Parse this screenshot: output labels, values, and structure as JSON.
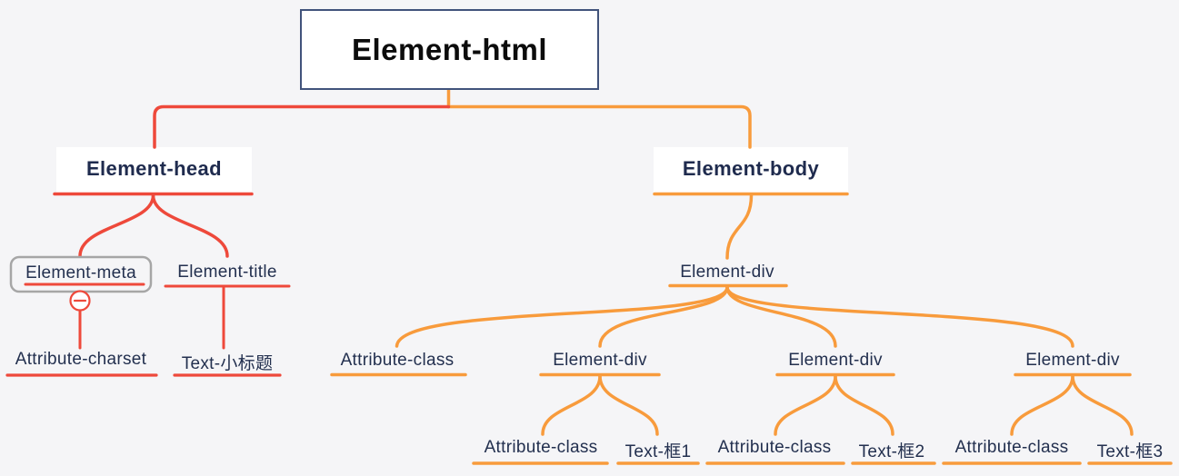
{
  "canvas": {
    "type": "mindmap-tree",
    "background_color": "#f5f5f7",
    "branch_colors": {
      "left_branch_red": "#ee493b",
      "right_branch_orange": "#f89b3c"
    },
    "text_color": "#23304f",
    "root_border_color": "#41537b",
    "selected_node_border_color": "#a6a6a6"
  },
  "icons": {
    "collapse_button": "minus-circle-icon"
  },
  "nodes": {
    "root": {
      "label": "Element-html"
    },
    "head": {
      "label": "Element-head"
    },
    "body": {
      "label": "Element-body"
    },
    "meta": {
      "label": "Element-meta",
      "collapsed_control": "minus"
    },
    "title": {
      "label": "Element-title"
    },
    "charset": {
      "label": "Attribute-charset"
    },
    "title_text": {
      "label": "Text-小标题"
    },
    "body_div": {
      "label": "Element-div"
    },
    "body_div_class": {
      "label": "Attribute-class"
    },
    "child_div1": {
      "label": "Element-div"
    },
    "child_div2": {
      "label": "Element-div"
    },
    "child_div3": {
      "label": "Element-div"
    },
    "div1_class": {
      "label": "Attribute-class"
    },
    "div1_text": {
      "label": "Text-框1"
    },
    "div2_class": {
      "label": "Attribute-class"
    },
    "div2_text": {
      "label": "Text-框2"
    },
    "div3_class": {
      "label": "Attribute-class"
    },
    "div3_text": {
      "label": "Text-框3"
    }
  }
}
